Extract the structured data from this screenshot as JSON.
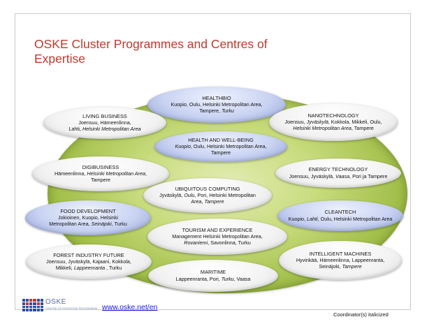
{
  "slide": {
    "title": "OSKE Cluster Programmes and Centres of Expertise",
    "link": "www.oske.net/en",
    "footnote": "Coordinator(s) italicized",
    "logo_text": "OSKE",
    "logo_subtext": "CENTRE OF EXPERTISE PROGRAMME"
  },
  "bubbles": {
    "healthbio": {
      "title": "HEALTHBIO",
      "line1": "Kuopio, Oulu, Helsinki Metropolitan Area,",
      "line2a": "Tampere, ",
      "line2b": "Turku"
    },
    "living": {
      "title": "LIVING BUSINESS",
      "line1": "Joensuu, Hämeenlinna,",
      "line2a": "Lahti, ",
      "line2b": "Helsinki Metropolitan Area"
    },
    "nano": {
      "title": "NANOTECHNOLOGY",
      "line1a": "Joensuu, ",
      "line1b": "Jyväskylä",
      "line1c": ", Kokkola, Mikkeli, Oulu,",
      "line2a": "Helsinki Metropolitan Area",
      "line2b": ", Tampere"
    },
    "health": {
      "title": "HEALTH AND WELL-BEING",
      "line1a": "Kuopio",
      "line1b": ", Oulu, Helsinki Metropolitan Area,",
      "line2": "Tampere"
    },
    "digi": {
      "title": "DIGIBUSINESS",
      "line1a": "Hämeenlinna, ",
      "line1b": "Helsinki Metropolitan Area",
      "line1c": ",",
      "line2": "Tampere"
    },
    "energy": {
      "title": "ENERGY TECHNOLOGY",
      "line1a": "Joensuu, Jyväskylä, ",
      "line1b": "Vaasa",
      "line1c": ", Pori ja Tampere"
    },
    "ubi": {
      "title": "UBIQUITOUS COMPUTING",
      "line1a": "Jyväskylä, ",
      "line1b": "Oulu",
      "line1c": ", Pori, Helsinki Metropolitan",
      "line2a": "Area, ",
      "line2b": "Tampere"
    },
    "food": {
      "title": "FOOD DEVELOPMENT",
      "line1": "Jokioinen, Kuopio, Helsinki",
      "line2a": "Metropolitan Area, ",
      "line2b": "Seinäjoki",
      "line2c": ", Turku"
    },
    "clean": {
      "title": "CLEANTECH",
      "line1a": "Kuopio, ",
      "line1b": "Lahti",
      "line1c": ", Oulu, Helsinki Metropolitan Area"
    },
    "tourism": {
      "title": "TOURISM AND EXPERIENCE",
      "line1": "Management Helsinki Metropolitan Area,",
      "line2a": "Rovaniemi",
      "line2b": ", Savonlinna, Turku"
    },
    "forest": {
      "title": "FOREST INDUSTRY FUTURE",
      "line1": "Joensuu, Jyväskylä, Kajaani, Kokkola,",
      "line2a": "Mikkeli, ",
      "line2b": "Lappeenranta",
      "line2c": " , Turku"
    },
    "intel": {
      "title": "INTELLIGENT MACHINES",
      "line1": "Hyvinkää, Hämeenlinna, Lappeenranta,",
      "line2a": "Seinäjoki, ",
      "line2b": "Tampere"
    },
    "maritime": {
      "title": "MARITIME",
      "line1": "Lappeenranta, Pori, ",
      "line1b": "Turku",
      "line1c": ", Vaasa"
    }
  },
  "colors": {
    "title": "#c0392b",
    "disc": "#9fbd46",
    "bubble_blue": "#c9d3f2",
    "link": "#1a1adc"
  }
}
